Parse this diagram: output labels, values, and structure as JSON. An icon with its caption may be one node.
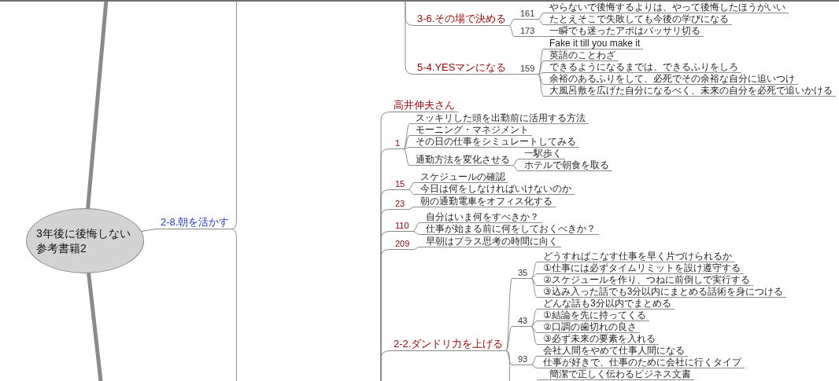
{
  "diagram": {
    "nodes": [
      {
        "text": [
          "3年後に後悔しない参考書籍2"
        ]
      },
      {
        "text": [
          "2-8.朝を活かす"
        ]
      },
      {
        "text": [
          "3-6.その場で決める"
        ]
      },
      {
        "text": [
          "161"
        ]
      },
      {
        "text": [
          "やらないで後悔するよりは、やって後悔したほうがいい"
        ]
      },
      {
        "text": [
          "たとえそこで失敗しても今後の学びになる"
        ]
      },
      {
        "text": [
          "173"
        ]
      },
      {
        "text": [
          "一瞬でも迷ったアポはバッサリ切る"
        ]
      },
      {
        "text": [
          "5-4.YESマンになる"
        ]
      },
      {
        "text": [
          "159"
        ]
      },
      {
        "text": [
          "Fake it till you make it"
        ]
      },
      {
        "text": [
          "英語のことわざ"
        ]
      },
      {
        "text": [
          "できるようになるまでは、できるふりをしろ"
        ]
      },
      {
        "text": [
          "余裕のあるふりをして、必死でその余裕な自分に追いつけ"
        ]
      },
      {
        "text": [
          "大風呂敷を広げた自分になるべく、未来の自分を必死で追いかける"
        ]
      },
      {
        "text": [
          "高井伸夫さん"
        ]
      },
      {
        "text": [
          "1"
        ]
      },
      {
        "text": [
          "スッキリした頭を出勤前に活用する方法"
        ]
      },
      {
        "text": [
          "モーニング・マネジメント"
        ]
      },
      {
        "text": [
          "その日の仕事をシミュレートしてみる"
        ]
      },
      {
        "text": [
          "通勤方法を変化させる"
        ]
      },
      {
        "text": [
          "一駅歩く"
        ]
      },
      {
        "text": [
          "ホテルで朝食を取る"
        ]
      },
      {
        "text": [
          "15"
        ]
      },
      {
        "text": [
          "スケジュールの確認"
        ]
      },
      {
        "text": [
          "今日は何をしなければいけないのか"
        ]
      },
      {
        "text": [
          "23"
        ]
      },
      {
        "text": [
          "朝の通勤電車をオフィス化する"
        ]
      },
      {
        "text": [
          "110"
        ]
      },
      {
        "text": [
          "自分はいま何をすべきか？"
        ]
      },
      {
        "text": [
          "仕事が始まる前に何をしておくべきか？"
        ]
      },
      {
        "text": [
          "209"
        ]
      },
      {
        "text": [
          "早朝はプラス思考の時間に向く"
        ]
      },
      {
        "text": [
          "2-2.ダンドリ力を上げる"
        ]
      },
      {
        "text": [
          "35"
        ]
      },
      {
        "text": [
          "どうすればこなす仕事を早く片づけられるか"
        ]
      },
      {
        "text": [
          "①仕事には必ずタイムリミットを設け遵守する"
        ]
      },
      {
        "text": [
          "②スケジュールを作り、つねに前倒しで実行する"
        ]
      },
      {
        "text": [
          "③込み入った話でも3分以内にまとめる話術を身につける"
        ]
      },
      {
        "text": [
          "43"
        ]
      },
      {
        "text": [
          "どんな話も3分以内でまとめる"
        ]
      },
      {
        "text": [
          "①結論を先に持ってくる"
        ]
      },
      {
        "text": [
          "②口調の歯切れの良さ"
        ]
      },
      {
        "text": [
          "③必ず未来の要素を入れる"
        ]
      },
      {
        "text": [
          "93"
        ]
      },
      {
        "text": [
          "会社人間をやめて仕事人間になる"
        ]
      },
      {
        "text": [
          "仕事が好きで、仕事のために会社に行くタイプ"
        ]
      },
      {
        "text": [
          "簡潔で正しく伝わるビジネス文書"
        ]
      }
    ],
    "edges": [
      {
        "from": 0,
        "to": 1,
        "arrow": "none"
      },
      {
        "from": 0,
        "to": null,
        "arrow": "none",
        "style": "thick"
      },
      {
        "from": 0,
        "to": null,
        "arrow": "none",
        "style": "thick"
      },
      {
        "from": 1,
        "to": null,
        "arrow": "none"
      },
      {
        "from": 1,
        "to": null,
        "arrow": "none"
      },
      {
        "from": null,
        "to": 2,
        "arrow": "none"
      },
      {
        "from": null,
        "to": 8,
        "arrow": "none"
      },
      {
        "from": 2,
        "to": 3,
        "arrow": "none"
      },
      {
        "from": 3,
        "to": 4,
        "arrow": "none"
      },
      {
        "from": 3,
        "to": 5,
        "arrow": "none"
      },
      {
        "from": 2,
        "to": 6,
        "arrow": "none"
      },
      {
        "from": 6,
        "to": 7,
        "arrow": "none"
      },
      {
        "from": 8,
        "to": 9,
        "arrow": "none"
      },
      {
        "from": 9,
        "to": 10,
        "arrow": "none"
      },
      {
        "from": 9,
        "to": 11,
        "arrow": "none"
      },
      {
        "from": 9,
        "to": 12,
        "arrow": "none"
      },
      {
        "from": 9,
        "to": 13,
        "arrow": "none"
      },
      {
        "from": 9,
        "to": 14,
        "arrow": "none"
      },
      {
        "from": null,
        "to": 15,
        "arrow": "none"
      },
      {
        "from": null,
        "to": 16,
        "arrow": "none"
      },
      {
        "from": 16,
        "to": 17,
        "arrow": "none"
      },
      {
        "from": 16,
        "to": 18,
        "arrow": "none"
      },
      {
        "from": 16,
        "to": 19,
        "arrow": "none"
      },
      {
        "from": 16,
        "to": 20,
        "arrow": "none"
      },
      {
        "from": 20,
        "to": 21,
        "arrow": "none"
      },
      {
        "from": 20,
        "to": 22,
        "arrow": "none"
      },
      {
        "from": null,
        "to": 23,
        "arrow": "none"
      },
      {
        "from": 23,
        "to": 24,
        "arrow": "none"
      },
      {
        "from": 23,
        "to": 25,
        "arrow": "none"
      },
      {
        "from": null,
        "to": 26,
        "arrow": "none"
      },
      {
        "from": 26,
        "to": 27,
        "arrow": "none"
      },
      {
        "from": null,
        "to": 28,
        "arrow": "none"
      },
      {
        "from": 28,
        "to": 29,
        "arrow": "none"
      },
      {
        "from": 28,
        "to": 30,
        "arrow": "none"
      },
      {
        "from": null,
        "to": 31,
        "arrow": "none"
      },
      {
        "from": 31,
        "to": 32,
        "arrow": "none"
      },
      {
        "from": null,
        "to": 33,
        "arrow": "none"
      },
      {
        "from": 33,
        "to": 34,
        "arrow": "none"
      },
      {
        "from": 34,
        "to": 35,
        "arrow": "none"
      },
      {
        "from": 34,
        "to": 36,
        "arrow": "none"
      },
      {
        "from": 34,
        "to": 37,
        "arrow": "none"
      },
      {
        "from": 34,
        "to": 38,
        "arrow": "none"
      },
      {
        "from": 33,
        "to": 39,
        "arrow": "none"
      },
      {
        "from": 39,
        "to": 40,
        "arrow": "none"
      },
      {
        "from": 39,
        "to": 41,
        "arrow": "none"
      },
      {
        "from": 39,
        "to": 42,
        "arrow": "none"
      },
      {
        "from": 39,
        "to": 43,
        "arrow": "none"
      },
      {
        "from": 33,
        "to": 44,
        "arrow": "none"
      },
      {
        "from": 44,
        "to": 45,
        "arrow": "none"
      },
      {
        "from": 44,
        "to": 46,
        "arrow": "none"
      },
      {
        "from": 33,
        "to": null,
        "arrow": "none"
      },
      {
        "from": null,
        "to": 47,
        "arrow": "none"
      }
    ]
  }
}
